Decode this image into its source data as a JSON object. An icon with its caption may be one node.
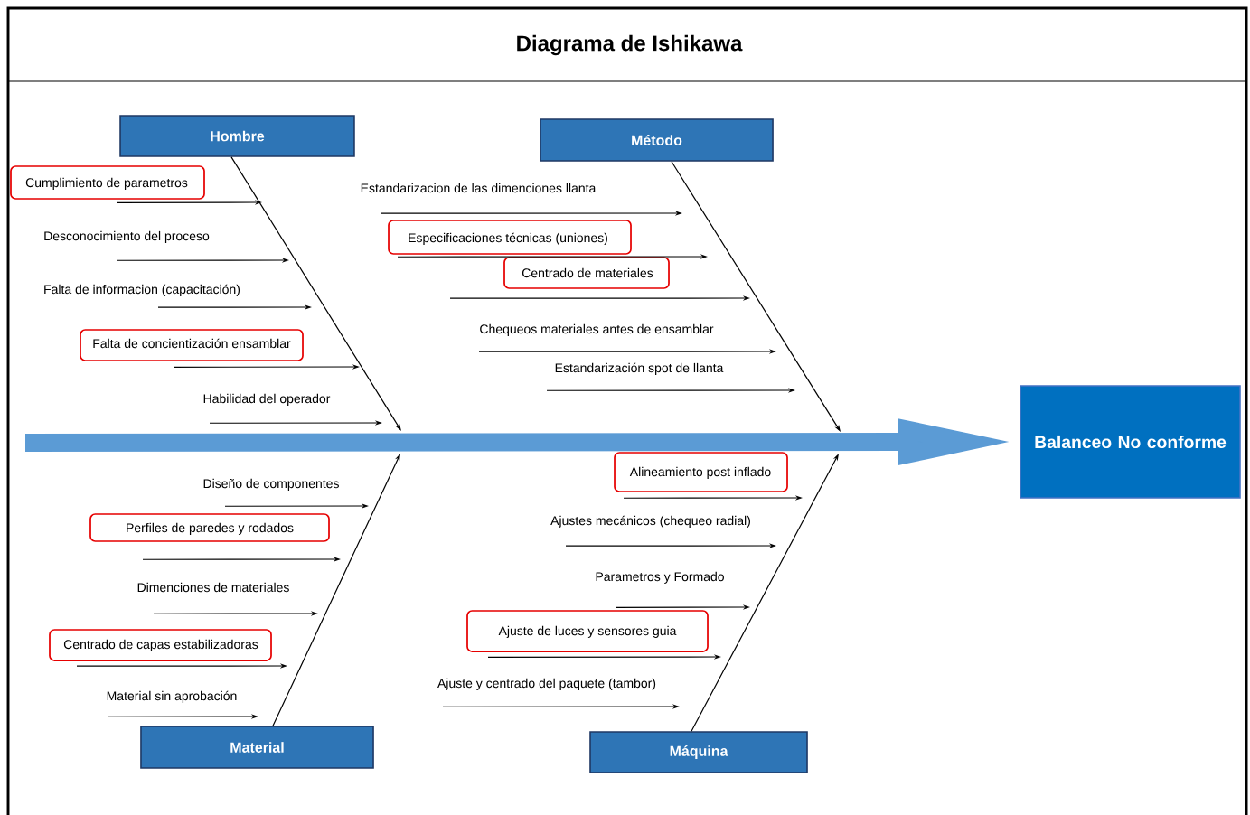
{
  "diagram": {
    "title": "Diagrama de Ishikawa",
    "nodes": [
      {
        "text": [
          "Hombre"
        ]
      },
      {
        "text": [
          "Método"
        ]
      },
      {
        "text": [
          "Material"
        ]
      },
      {
        "text": [
          "Máquina"
        ]
      },
      {
        "text": [
          "Balanceo No conforme"
        ]
      },
      {
        "text": [
          "Cumplimiento de parametros"
        ]
      },
      {
        "text": [
          "Desconocimiento del proceso"
        ]
      },
      {
        "text": [
          "Falta de informacion (capacitación)"
        ]
      },
      {
        "text": [
          "Falta de concientización ensamblar"
        ]
      },
      {
        "text": [
          "Habilidad del operador"
        ]
      },
      {
        "text": [
          "Estandarizacion de las dimenciones llanta"
        ]
      },
      {
        "text": [
          "Especificaciones técnicas (uniones)"
        ]
      },
      {
        "text": [
          "Centrado de materiales"
        ]
      },
      {
        "text": [
          "Chequeos materiales antes de ensamblar"
        ]
      },
      {
        "text": [
          "Estandarización spot de llanta"
        ]
      },
      {
        "text": [
          "Diseño de componentes"
        ]
      },
      {
        "text": [
          "Perfiles de paredes y rodados"
        ]
      },
      {
        "text": [
          "Dimenciones de materiales"
        ]
      },
      {
        "text": [
          "Centrado de capas estabilizadoras"
        ]
      },
      {
        "text": [
          "Material sin aprobación"
        ]
      },
      {
        "text": [
          "Alineamiento post inflado"
        ]
      },
      {
        "text": [
          "Ajustes mecánicos (chequeo radial)"
        ]
      },
      {
        "text": [
          "Parametros y Formado"
        ]
      },
      {
        "text": [
          "Ajuste de luces y sensores guia"
        ]
      },
      {
        "text": [
          "Ajuste y centrado del paquete (tambor)"
        ]
      }
    ],
    "edges": [
      {
        "from": null,
        "to": 4,
        "arrow": "to",
        "style": "thick",
        "color": "#5b9bd5"
      },
      {
        "from": 0,
        "to": null,
        "arrow": "to"
      },
      {
        "from": 1,
        "to": null,
        "arrow": "to"
      },
      {
        "from": 2,
        "to": null,
        "arrow": "to"
      },
      {
        "from": 3,
        "to": null,
        "arrow": "to"
      },
      {
        "from": 5,
        "to": null,
        "arrow": "to"
      },
      {
        "from": 6,
        "to": null,
        "arrow": "to"
      },
      {
        "from": 7,
        "to": null,
        "arrow": "to"
      },
      {
        "from": 8,
        "to": null,
        "arrow": "to"
      },
      {
        "from": 9,
        "to": null,
        "arrow": "to"
      },
      {
        "from": 10,
        "to": null,
        "arrow": "to"
      },
      {
        "from": 11,
        "to": null,
        "arrow": "to"
      },
      {
        "from": 12,
        "to": null,
        "arrow": "to"
      },
      {
        "from": 13,
        "to": null,
        "arrow": "to"
      },
      {
        "from": 14,
        "to": null,
        "arrow": "to"
      },
      {
        "from": 15,
        "to": null,
        "arrow": "to"
      },
      {
        "from": 16,
        "to": null,
        "arrow": "to"
      },
      {
        "from": 17,
        "to": null,
        "arrow": "to"
      },
      {
        "from": 18,
        "to": null,
        "arrow": "to"
      },
      {
        "from": 19,
        "to": null,
        "arrow": "to"
      },
      {
        "from": 20,
        "to": null,
        "arrow": "to"
      },
      {
        "from": 21,
        "to": null,
        "arrow": "to"
      },
      {
        "from": 22,
        "to": null,
        "arrow": "to"
      },
      {
        "from": 23,
        "to": null,
        "arrow": "to"
      },
      {
        "from": 24,
        "to": null,
        "arrow": "to"
      }
    ]
  }
}
